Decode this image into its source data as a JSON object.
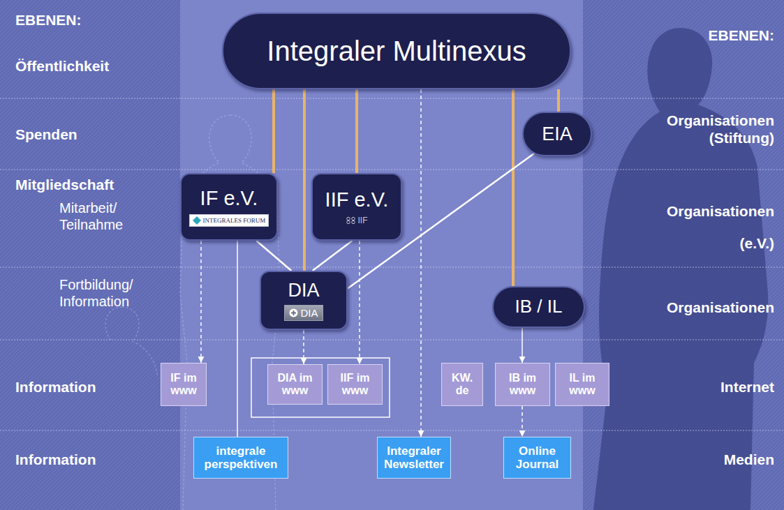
{
  "diagram": {
    "nodes": [
      {
        "text": [
          "Integraler Multinexus"
        ]
      },
      {
        "text": [
          "EIA"
        ]
      },
      {
        "text": [
          "IF e.V.",
          "INTEGRALES FORUM"
        ]
      },
      {
        "text": [
          "IIF e.V.",
          "IIF"
        ]
      },
      {
        "text": [
          "DIA",
          "DIA"
        ]
      },
      {
        "text": [
          "IB / IL"
        ]
      },
      {
        "text": [
          "IF im www"
        ]
      },
      {
        "text": [
          "DIA im www"
        ]
      },
      {
        "text": [
          "IIF im www"
        ]
      },
      {
        "text": [
          "KW. de"
        ]
      },
      {
        "text": [
          "IB im www"
        ]
      },
      {
        "text": [
          "IL im www"
        ]
      },
      {
        "text": [
          "integrale perspektiven"
        ]
      },
      {
        "text": [
          "Integraler Newsletter"
        ]
      },
      {
        "text": [
          "Online Journal"
        ]
      }
    ],
    "edges": [
      {
        "from": 0,
        "to": 2,
        "arrow": "none"
      },
      {
        "from": 0,
        "to": 4,
        "arrow": "none"
      },
      {
        "from": 0,
        "to": 3,
        "arrow": "none"
      },
      {
        "from": 0,
        "to": 1,
        "arrow": "none"
      },
      {
        "from": 0,
        "to": 5,
        "arrow": "none"
      },
      {
        "from": 2,
        "to": 4,
        "arrow": "none"
      },
      {
        "from": 3,
        "to": 4,
        "arrow": "none"
      },
      {
        "from": 1,
        "to": 4,
        "arrow": "none"
      },
      {
        "from": 2,
        "to": 6,
        "arrow": "to"
      },
      {
        "from": 4,
        "to": 7,
        "arrow": "to"
      },
      {
        "from": 3,
        "to": 8,
        "arrow": "to"
      },
      {
        "from": 0,
        "to": 13,
        "arrow": "to"
      },
      {
        "from": 5,
        "to": 10,
        "arrow": "to"
      },
      {
        "from": 10,
        "to": 14,
        "arrow": "to"
      },
      {
        "from": 2,
        "to": 12,
        "arrow": "none"
      }
    ],
    "labels": [
      "EBENEN:",
      "Öffentlichkeit",
      "Spenden",
      "Mitgliedschaft",
      "Mitarbeit/ Teilnahme",
      "Fortbildung/ Information",
      "Information",
      "Information",
      "EBENEN:",
      "Organisationen (Stiftung)",
      "Organisationen (e.V.)",
      "Organisationen",
      "Internet",
      "Medien"
    ]
  }
}
